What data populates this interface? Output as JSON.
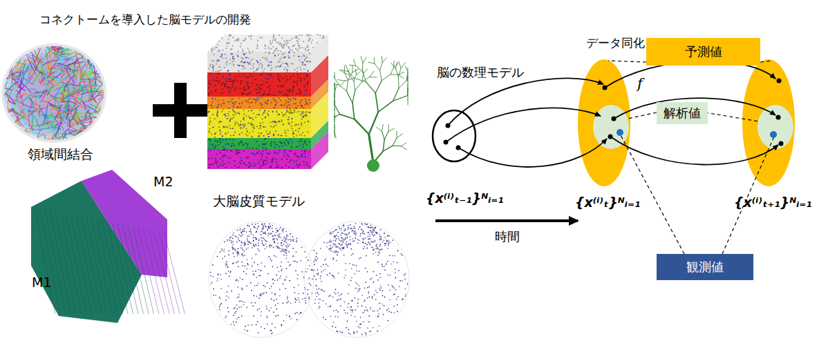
{
  "diagram": {
    "nodes": [
      {
        "text": [
          "予測値"
        ]
      },
      {
        "text": [
          "解析値"
        ]
      },
      {
        "text": [
          "観測値"
        ]
      }
    ],
    "labels": [
      "コネクトームを導入した脳モデルの開発",
      "データ同化",
      "領域間結合",
      "大脳皮質モデル",
      "M2",
      "M1",
      "脳の数理モデル",
      "f",
      "{x⁽ⁱ⁾ₜ₋₁}ᴺᵢ₌₁",
      "{x⁽ⁱ⁾ₜ}ᴺᵢ₌₁",
      "{x⁽ⁱ⁾ₜ₊₁}ᴺᵢ₌₁",
      "時間"
    ]
  }
}
